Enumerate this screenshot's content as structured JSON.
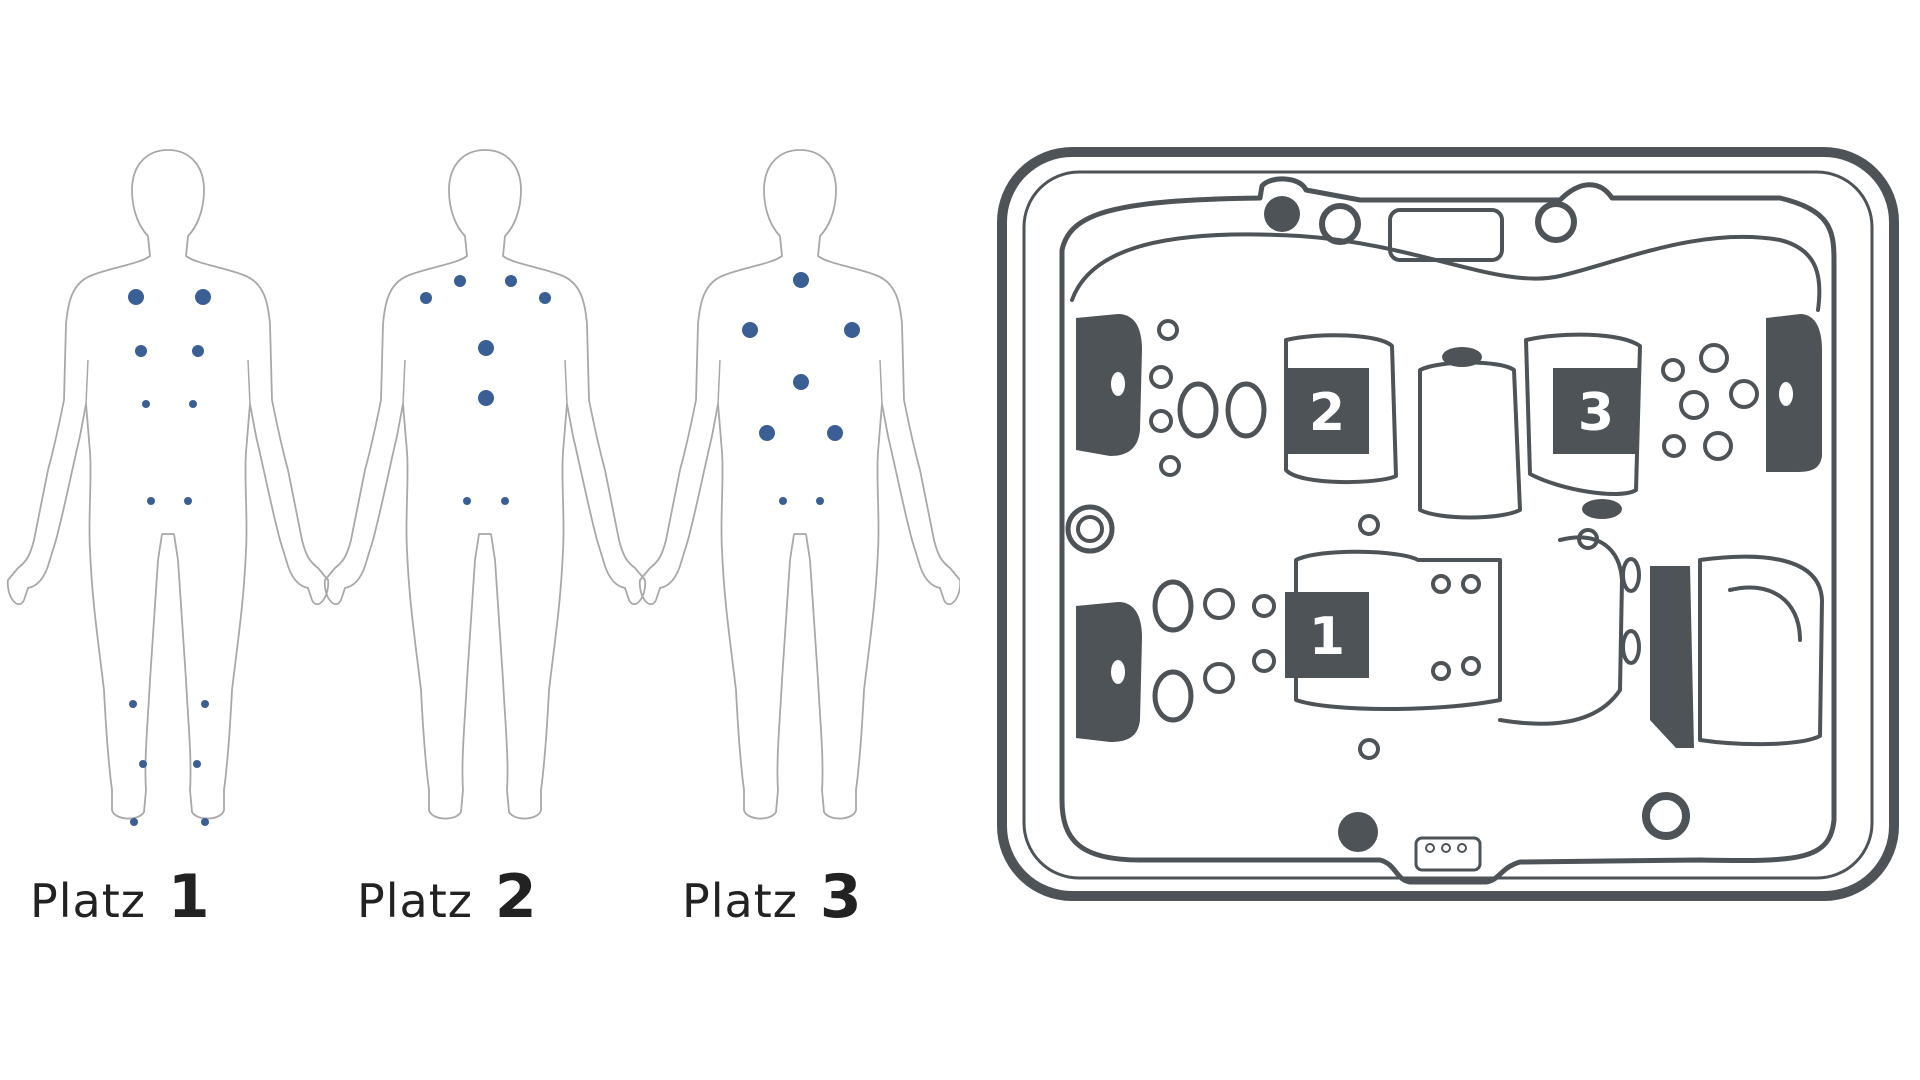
{
  "figures": [
    {
      "word": "Platz",
      "number": "1"
    },
    {
      "word": "Platz",
      "number": "2"
    },
    {
      "word": "Platz",
      "number": "3"
    }
  ],
  "seats": [
    {
      "number": "1"
    },
    {
      "number": "2"
    },
    {
      "number": "3"
    }
  ],
  "colors": {
    "massage_point": "#3a5f95",
    "outline_body": "#a8a8a8",
    "spa_stroke": "#4d5357",
    "seat_badge": "#4d5357",
    "label_text": "#222222"
  }
}
